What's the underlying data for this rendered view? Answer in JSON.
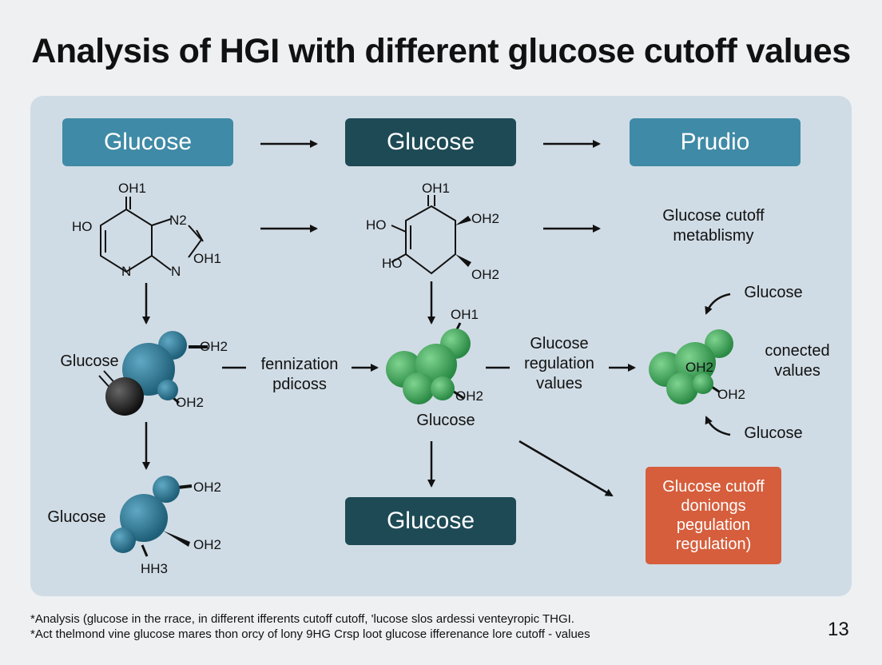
{
  "title": "Analysis of HGI with different glucose cutoff values",
  "boxes": {
    "top_left": "Glucose",
    "top_mid": "Glucose",
    "top_right": "Prudio",
    "bottom_mid": "Glucose",
    "red": "Glucose cutoff doniongs pegulation regulation)"
  },
  "labels": {
    "cutoff_metab": "Glucose cutoff metablismy",
    "fermentation": "fennization pdicoss",
    "regulation": "Glucose regulation values",
    "connected": "conected values",
    "glucose_left1": "Glucose",
    "glucose_left2": "Glucose",
    "glucose_mid": "Glucose",
    "glucose_right_top": "Glucose",
    "glucose_right_bottom": "Glucose"
  },
  "chem": {
    "ring1_top": "OH1",
    "ring1_ho": "HO",
    "ring1_n2": "N2",
    "ring1_oh1": "OH1",
    "ring1_n_left": "N",
    "ring1_n_right": "N",
    "ring2_top": "OH1",
    "ring2_ho_top": "HO",
    "ring2_ho_bottom": "HO",
    "ring2_oh2_top": "OH2",
    "ring2_oh2_bottom": "OH2",
    "mol1_oh2_top": "OH2",
    "mol1_oh2_bottom": "OH2",
    "mol2_oh1": "OH1",
    "mol2_oh2": "OH2",
    "mol3_oh2_a": "OH2",
    "mol3_oh2_b": "OH2",
    "mol4_oh2_top": "OH2",
    "mol4_oh2_bottom": "OH2",
    "mol4_hh3": "HH3"
  },
  "footnotes": [
    "*Analysis (glucose in the rrace, in different ifferents cutoff cutoff, 'lucose slos ardessi venteyropic THGI.",
    "*Act thelmond vine glucose mares thon orcy of lony 9HG Crsp loot glucose ifferenance lore cutoff - values"
  ],
  "page_number": "13",
  "colors": {
    "teal": "#3f8aa6",
    "dark_teal": "#1d4a55",
    "red": "#d65e3c",
    "blue_atom": "#2f7f9a",
    "green_atom": "#3fa85a",
    "black_atom": "#2a2a2a"
  }
}
